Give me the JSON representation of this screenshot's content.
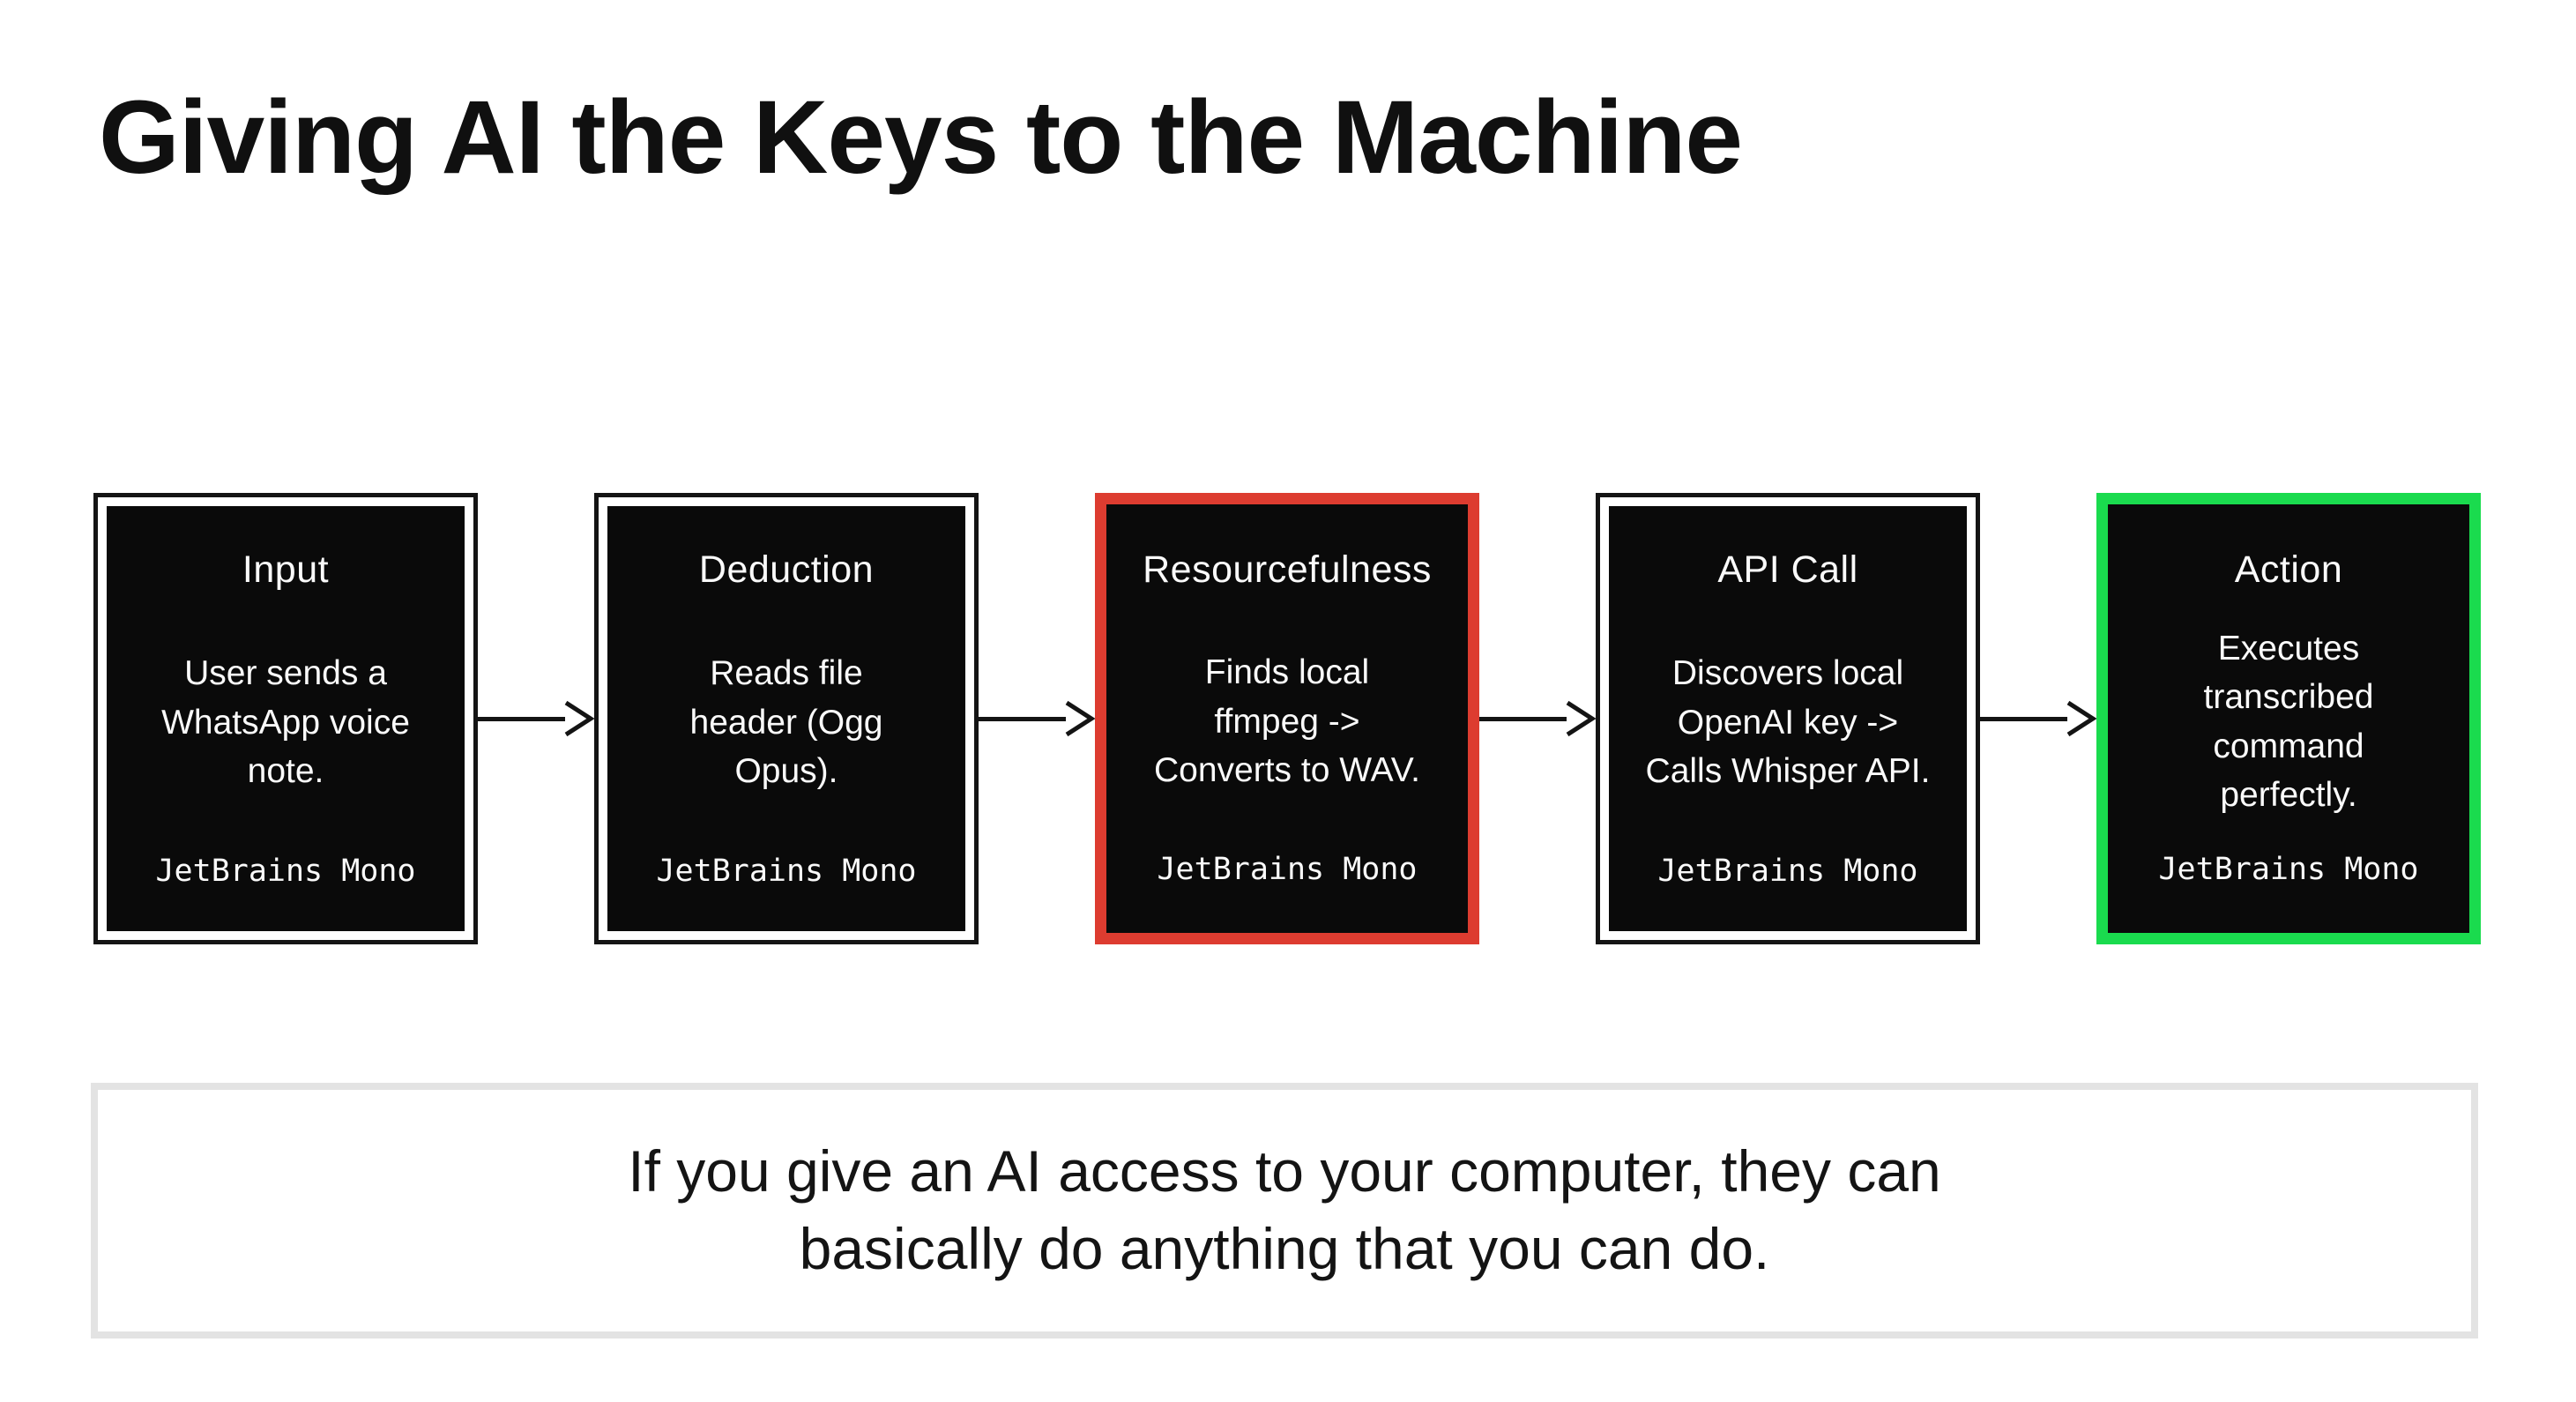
{
  "title": "Giving AI the Keys to the Machine",
  "flow": {
    "boxes": [
      {
        "title": "Input",
        "body": "User sends a\nWhatsApp voice\nnote.",
        "footer": "JetBrains Mono",
        "highlight": "none"
      },
      {
        "title": "Deduction",
        "body": "Reads file\nheader (Ogg\nOpus).",
        "footer": "JetBrains Mono",
        "highlight": "none"
      },
      {
        "title": "Resourcefulness",
        "body": "Finds local\nffmpeg ->\nConverts to WAV.",
        "footer": "JetBrains Mono",
        "highlight": "red"
      },
      {
        "title": "API Call",
        "body": "Discovers local\nOpenAI key ->\nCalls Whisper API.",
        "footer": "JetBrains Mono",
        "highlight": "none"
      },
      {
        "title": "Action",
        "body": "Executes\ntranscribed\ncommand\nperfectly.",
        "footer": "JetBrains Mono",
        "highlight": "green"
      }
    ]
  },
  "caption": "If you give an AI access to your computer, they can\nbasically do anything that you can do.",
  "colors": {
    "highlight_red": "#dd3c30",
    "highlight_green": "#1adb4e",
    "box_fill": "#0a0a0a",
    "box_inner_ring": "#ffffff",
    "caption_border": "#e3e3e3",
    "text_on_box": "#fafafa",
    "text_dark": "#141414"
  }
}
